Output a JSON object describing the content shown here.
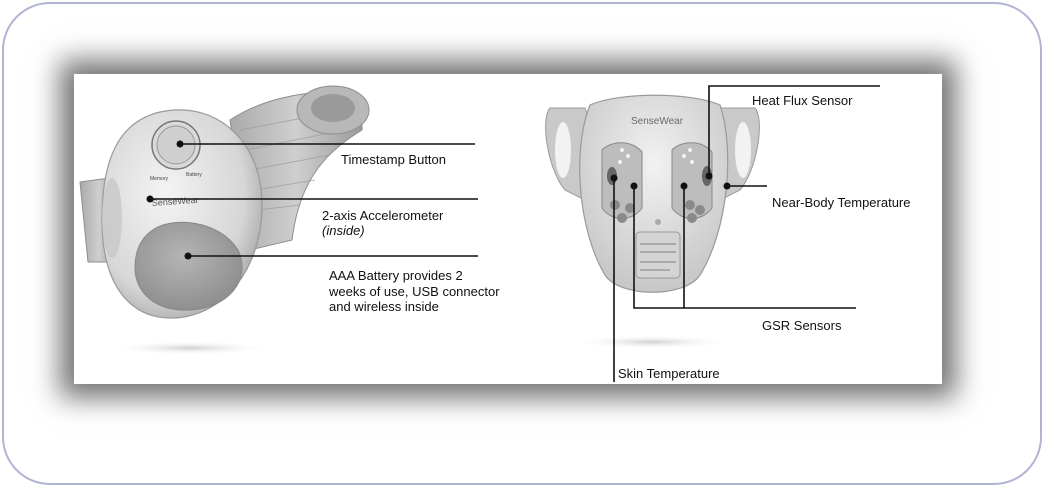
{
  "device_left": {
    "brand_text": "SenseWear",
    "button_left_text": "Memory",
    "button_right_text": "Battery",
    "callouts": {
      "timestamp": "Timestamp Button",
      "accelerometer_line1": "2-axis Accelerometer",
      "accelerometer_line2": "(inside)",
      "battery_line1": "AAA Battery provides 2",
      "battery_line2": "weeks of use, USB connector",
      "battery_line3": "and wireless inside"
    }
  },
  "device_right": {
    "brand_text": "SenseWear",
    "callouts": {
      "heat_flux": "Heat Flux Sensor",
      "near_body": "Near-Body Temperature",
      "gsr": "GSR Sensors",
      "skin_temp": "Skin Temperature"
    }
  },
  "colors": {
    "frame_border": "#b2b4d6",
    "line": "#111111",
    "device_light": "#e6e6e6",
    "device_mid": "#bdbdbd",
    "device_dark": "#8a8a8a"
  }
}
